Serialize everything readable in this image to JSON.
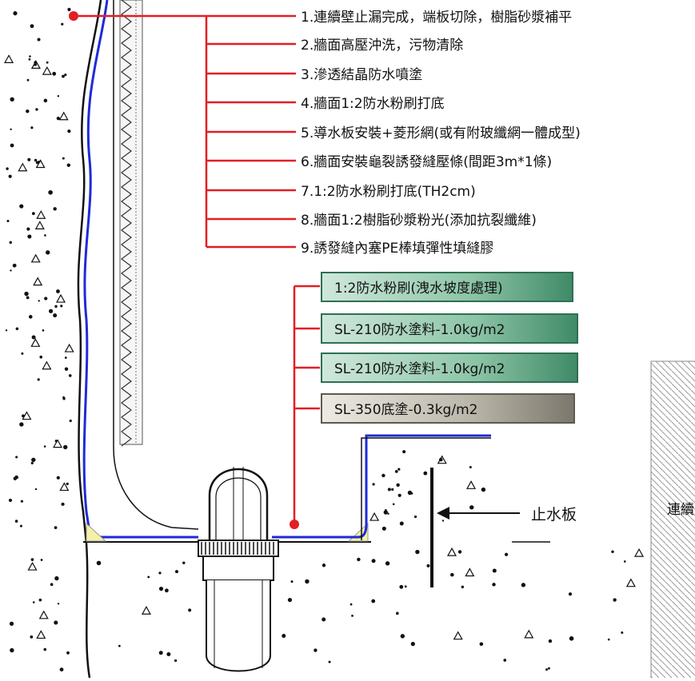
{
  "steps": [
    "1.連續壁止漏完成，端板切除，樹脂砂漿補平",
    "2.牆面高壓沖洗，污物清除",
    "3.滲透結晶防水噴塗",
    "4.牆面1:2防水粉刷打底",
    "5.導水板安裝+菱形網(或有附玻纖網一體成型)",
    "6.牆面安裝龜裂誘發縫壓條(間距3m*1條)",
    "7.1:2防水粉刷打底(TH2cm)",
    "8.牆面1:2樹脂砂漿粉光(添加抗裂纖維)",
    "9.誘發縫內塞PE棒填彈性填縫膠"
  ],
  "layers": [
    "1:2防水粉刷(洩水坡度處理)",
    "SL-210防水塗料-1.0kg/m2",
    "SL-210防水塗料-1.0kg/m2",
    "SL-350底塗-0.3kg/m2"
  ],
  "waterstop_label": "止水板",
  "side_label": "連續",
  "colors": {
    "leader_red": "#e31e24",
    "membrane_blue": "#1f2bd6",
    "layer_green_dark": "#3f8a68",
    "layer_green_light": "#cfe8dc",
    "layer_gray_dark": "#7b776c",
    "layer_gray_light": "#eceae2",
    "sealant_yellow": "#f4f0a8"
  }
}
